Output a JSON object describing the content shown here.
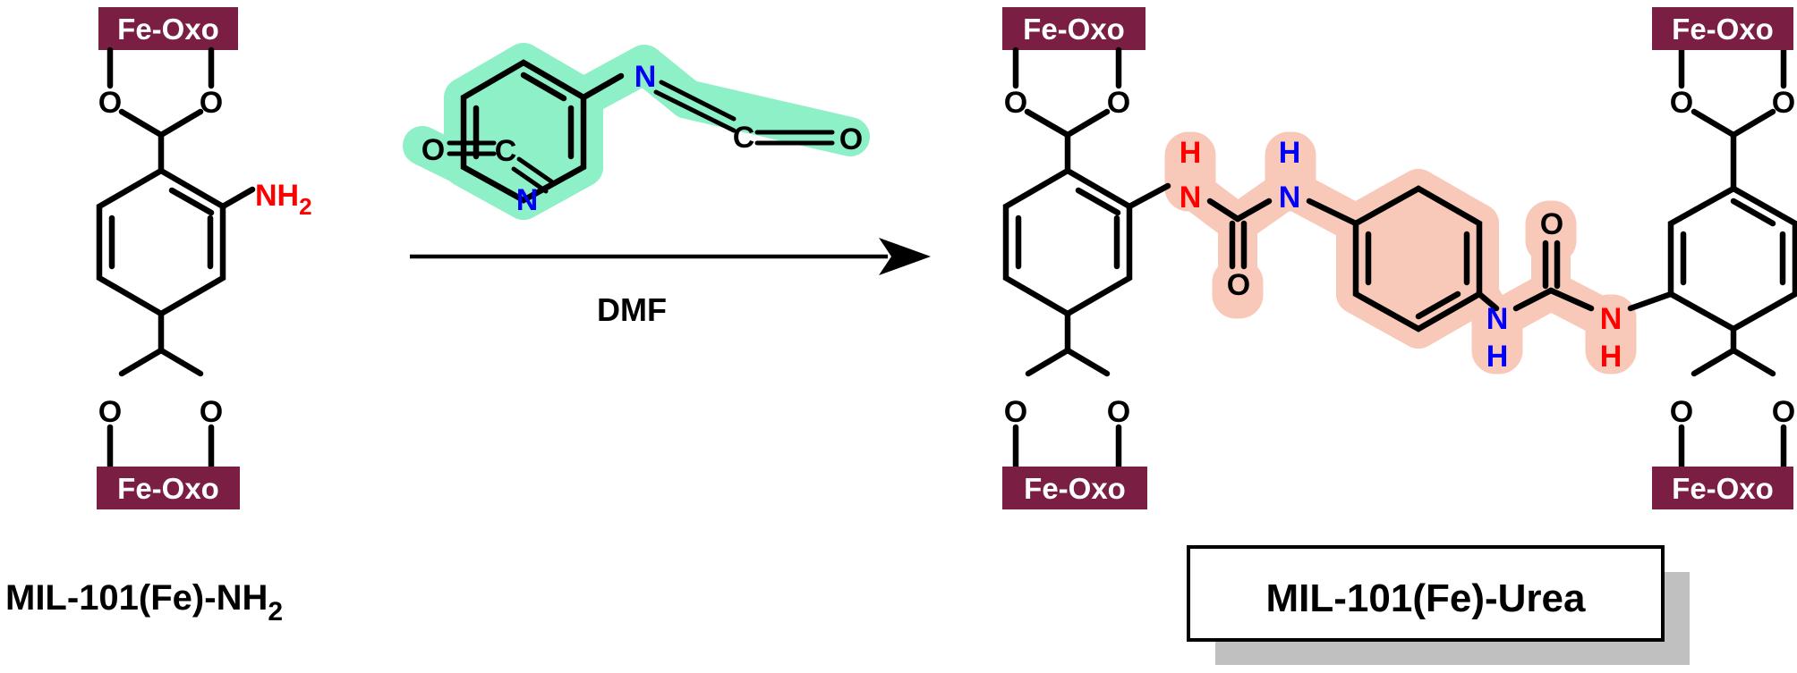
{
  "colors": {
    "fe_box": "#7a1e44",
    "nitrogen": "#0000ff",
    "amine": "#ff0000",
    "reagent_highlight": "#8ef0c6",
    "urea_highlight": "#f8c8b8",
    "shadow": "#c0c0c0"
  },
  "labels": {
    "fe_oxo": "Fe-Oxo",
    "oxygen": "O",
    "nitrogen": "N",
    "carbon": "C",
    "hydrogen": "H",
    "amine_main": "NH",
    "amine_sub": "2",
    "solvent": "DMF"
  },
  "captions": {
    "reactant_main": "MIL-101(Fe)-NH",
    "reactant_sub": "2",
    "product": "MIL-101(Fe)-Urea"
  }
}
